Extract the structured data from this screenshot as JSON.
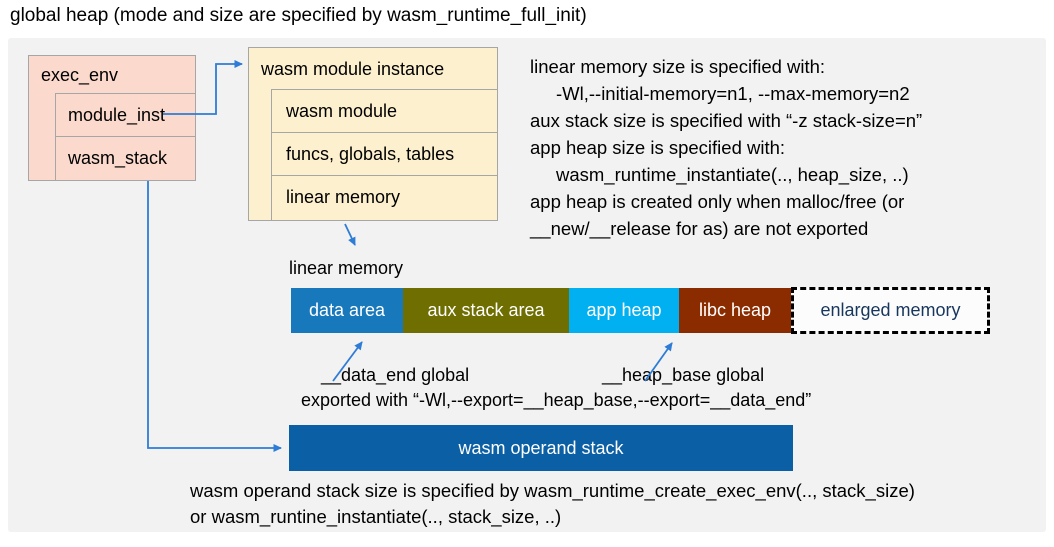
{
  "title": "global heap (mode and size are specified by wasm_runtime_full_init)",
  "colors": {
    "canvas_bg": "#f2f2f2",
    "exec_env_fill": "#fbd9cc",
    "module_instance_fill": "#fdf0cf",
    "box_border": "#a6a6a6",
    "arrow_blue": "#2e7cd6",
    "data_area": "#1878bc",
    "aux_stack_area": "#6f6e00",
    "app_heap": "#00b0f0",
    "libc_heap": "#8a2b00",
    "operand_stack": "#0b5fa5",
    "enlarged_memory_text": "#17365d"
  },
  "exec_env": {
    "title": "exec_env",
    "rows": [
      {
        "label": "module_inst"
      },
      {
        "label": "wasm_stack"
      }
    ]
  },
  "module_instance": {
    "title": "wasm module instance",
    "rows": [
      {
        "label": "wasm module"
      },
      {
        "label": "funcs, globals, tables"
      },
      {
        "label": "linear memory"
      }
    ]
  },
  "notes_right": [
    {
      "text": "linear memory size is specified with:"
    },
    {
      "text": "-Wl,--initial-memory=n1, --max-memory=n2"
    },
    {
      "text": "aux stack size is specified with “-z stack-size=n”"
    },
    {
      "text": "app heap size is specified with:"
    },
    {
      "text": "wasm_runtime_instantiate(.., heap_size, ..)"
    },
    {
      "text": "app heap is created only when malloc/free (or"
    },
    {
      "text": "__new/__release for as) are not exported"
    }
  ],
  "linear_memory": {
    "label": "linear memory",
    "segments": [
      {
        "label": "data area",
        "color": "#1878bc",
        "style": "solid"
      },
      {
        "label": "aux stack area",
        "color": "#6f6e00",
        "style": "solid"
      },
      {
        "label": "app heap",
        "color": "#00b0f0",
        "style": "solid"
      },
      {
        "label": "libc heap",
        "color": "#8a2b00",
        "style": "solid"
      },
      {
        "label": "enlarged memory",
        "color": "#fcfcfc",
        "style": "dashed"
      }
    ]
  },
  "annotations": {
    "data_end": "__data_end global",
    "heap_base": "__heap_base global",
    "exported": "exported with “-Wl,--export=__heap_base,--export=__data_end”"
  },
  "operand_stack": {
    "label": "wasm operand stack"
  },
  "footer": [
    {
      "text": "wasm operand stack size is specified by wasm_runtime_create_exec_env(.., stack_size)"
    },
    {
      "text": "or wasm_runtine_instantiate(.., stack_size, ..)"
    }
  ]
}
